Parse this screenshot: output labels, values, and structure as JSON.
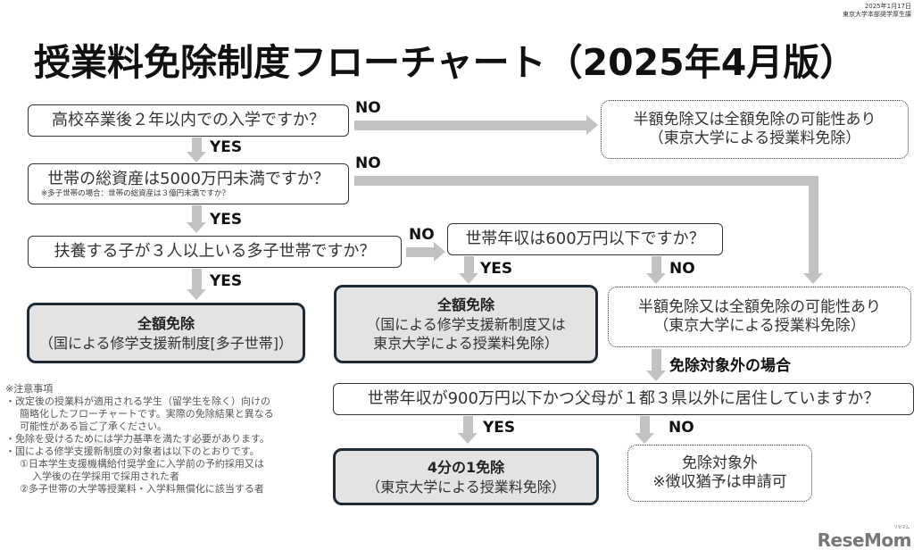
{
  "header": {
    "date": "2025年1月17日",
    "department": "東京大学本部奨学厚生課",
    "title": "授業料免除制度フローチャート（2025年4月版）"
  },
  "flow": {
    "q1": {
      "text": "高校卒業後２年以内での入学ですか？"
    },
    "q2": {
      "text": "世帯の総資産は5000万円未満ですか？",
      "note": "※多子世帯の場合：世帯の総資産は３億円未満ですか？"
    },
    "q3": {
      "text": "扶養する子が３人以上いる多子世帯ですか？"
    },
    "q4": {
      "text": "世帯年収は600万円以下ですか？"
    },
    "q5": {
      "text": "世帯年収が900万円以下かつ父母が１都３県以外に居住していますか？"
    },
    "r_top_right": {
      "line1": "半額免除又は全額免除の可能性あり",
      "line2": "（東京大学による授業料免除）"
    },
    "r_full_multichild": {
      "head": "全額免除",
      "body": "（国による修学支援新制度[多子世帯]）"
    },
    "r_full_support": {
      "head": "全額免除",
      "line1": "（国による修学支援新制度又は",
      "line2": "東京大学による授業料免除）"
    },
    "r_mid_right": {
      "line1": "半額免除又は全額免除の可能性あり",
      "line2": "（東京大学による授業料免除）"
    },
    "r_quarter": {
      "head": "4分の1免除",
      "body": "（東京大学による授業料免除）"
    },
    "r_none": {
      "line1": "免除対象外",
      "line2": "※徴収猶予は申請可"
    },
    "labels": {
      "q1_no": "NO",
      "q1_yes": "YES",
      "q2_no": "NO",
      "q2_yes": "YES",
      "q3_no": "NO",
      "q3_yes": "YES",
      "q4_yes": "YES",
      "q4_no": "NO",
      "exempt_out": "免除対象外の場合",
      "q5_yes": "YES",
      "q5_no": "NO"
    }
  },
  "notes": {
    "heading": "※注意事項",
    "items": [
      "・改定後の授業料が適用される学生（留学生を除く）向けの",
      "簡略化したフローチャートです。実際の免除結果と異なる",
      "可能性がある旨ご了承ください。",
      "・免除を受けるためには学力基準を満たす必要があります。",
      "・国による修学支援新制度の対象者は以下のとおりです。",
      "①日本学生支援機構給付奨学金に入学前の予約採用又は",
      "入学後の在学採用で採用された者",
      "②多子世帯の大学等授業料・入学料無償化に該当する者"
    ]
  },
  "watermark": {
    "text": "ReseMom",
    "ruby": "リセマム"
  },
  "colors": {
    "arrow": "#c2c2c2",
    "result_fill": "#e3e3e3",
    "result_border": "#1e2a35"
  }
}
